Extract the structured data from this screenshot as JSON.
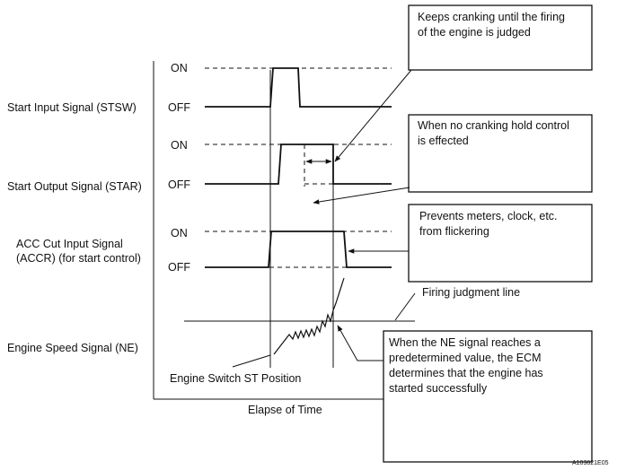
{
  "signals": {
    "stsw": "Start Input Signal (STSW)",
    "star": "Start Output Signal (STAR)",
    "accr_1": "ACC Cut Input Signal",
    "accr_2": "(ACCR) (for start control)",
    "ne": "Engine Speed Signal (NE)"
  },
  "levels": {
    "on": "ON",
    "off": "OFF"
  },
  "notes": {
    "cranking_1": "Keeps cranking until the firing",
    "cranking_2": "of the engine is judged",
    "hold_1": "When no cranking hold control",
    "hold_2": "is effected",
    "meters_1": "Prevents meters, clock, etc.",
    "meters_2": "from flickering",
    "firing_line": "Firing judgment line",
    "ne_1": "When the NE signal reaches a",
    "ne_2": "predetermined value, the ECM",
    "ne_3": "determines that the engine has",
    "ne_4": "started successfully",
    "switch_st": "Engine Switch ST Position"
  },
  "axis": {
    "x_label": "Elapse of Time"
  },
  "figure_id": "A103821E05"
}
